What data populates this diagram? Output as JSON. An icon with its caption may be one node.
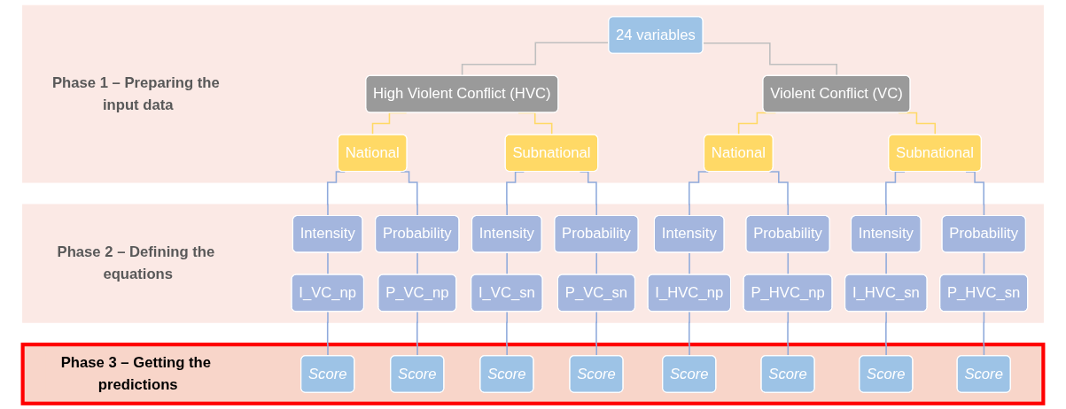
{
  "diagram": {
    "nodes": [
      {
        "text": [
          "Phase 1 – Preparing the input data"
        ]
      },
      {
        "text": [
          "24 variables"
        ],
        "in": 0
      },
      {
        "text": [
          "High Violent Conflict (HVC)"
        ],
        "in": 0
      },
      {
        "text": [
          "Violent Conflict (VC)"
        ],
        "in": 0
      },
      {
        "text": [
          "National"
        ],
        "in": 0
      },
      {
        "text": [
          "Subnational"
        ],
        "in": 0
      },
      {
        "text": [
          "National"
        ],
        "in": 0
      },
      {
        "text": [
          "Subnational"
        ],
        "in": 0
      },
      {
        "text": [
          "Phase 2 – Defining the equations"
        ]
      },
      {
        "text": [
          "Intensity"
        ],
        "in": 8
      },
      {
        "text": [
          "Probability"
        ],
        "in": 8
      },
      {
        "text": [
          "Intensity"
        ],
        "in": 8
      },
      {
        "text": [
          "Probability"
        ],
        "in": 8
      },
      {
        "text": [
          "Intensity"
        ],
        "in": 8
      },
      {
        "text": [
          "Probability"
        ],
        "in": 8
      },
      {
        "text": [
          "Intensity"
        ],
        "in": 8
      },
      {
        "text": [
          "Probability"
        ],
        "in": 8
      },
      {
        "text": [
          "I_VC_np"
        ],
        "in": 8
      },
      {
        "text": [
          "P_VC_np"
        ],
        "in": 8
      },
      {
        "text": [
          "I_VC_sn"
        ],
        "in": 8
      },
      {
        "text": [
          "P_VC_sn"
        ],
        "in": 8
      },
      {
        "text": [
          "I_HVC_np"
        ],
        "in": 8
      },
      {
        "text": [
          "P_HVC_np"
        ],
        "in": 8
      },
      {
        "text": [
          "I_HVC_sn"
        ],
        "in": 8
      },
      {
        "text": [
          "P_HVC_sn"
        ],
        "in": 8
      },
      {
        "text": [
          "Phase 3 – Getting the predictions"
        ]
      },
      {
        "text": [
          "Score"
        ],
        "in": 25
      },
      {
        "text": [
          "Score"
        ],
        "in": 25
      },
      {
        "text": [
          "Score"
        ],
        "in": 25
      },
      {
        "text": [
          "Score"
        ],
        "in": 25
      },
      {
        "text": [
          "Score"
        ],
        "in": 25
      },
      {
        "text": [
          "Score"
        ],
        "in": 25
      },
      {
        "text": [
          "Score"
        ],
        "in": 25
      },
      {
        "text": [
          "Score"
        ],
        "in": 25
      }
    ],
    "edges": [
      {
        "from": 1,
        "to": 2,
        "arrow": "none",
        "color": "#bfbfbf"
      },
      {
        "from": 1,
        "to": 3,
        "arrow": "none",
        "color": "#bfbfbf"
      },
      {
        "from": 2,
        "to": 4,
        "arrow": "none",
        "color": "#ffd966"
      },
      {
        "from": 2,
        "to": 5,
        "arrow": "none",
        "color": "#ffd966"
      },
      {
        "from": 3,
        "to": 6,
        "arrow": "none",
        "color": "#ffd966"
      },
      {
        "from": 3,
        "to": 7,
        "arrow": "none",
        "color": "#ffd966"
      },
      {
        "from": 4,
        "to": 9,
        "arrow": "none"
      },
      {
        "from": 4,
        "to": 10,
        "arrow": "none"
      },
      {
        "from": 5,
        "to": 11,
        "arrow": "none"
      },
      {
        "from": 5,
        "to": 12,
        "arrow": "none"
      },
      {
        "from": 6,
        "to": 13,
        "arrow": "none"
      },
      {
        "from": 6,
        "to": 14,
        "arrow": "none"
      },
      {
        "from": 7,
        "to": 15,
        "arrow": "none"
      },
      {
        "from": 7,
        "to": 16,
        "arrow": "none"
      },
      {
        "from": 9,
        "to": 17,
        "arrow": "none"
      },
      {
        "from": 10,
        "to": 18,
        "arrow": "none"
      },
      {
        "from": 11,
        "to": 19,
        "arrow": "none"
      },
      {
        "from": 12,
        "to": 20,
        "arrow": "none"
      },
      {
        "from": 13,
        "to": 21,
        "arrow": "none"
      },
      {
        "from": 14,
        "to": 22,
        "arrow": "none"
      },
      {
        "from": 15,
        "to": 23,
        "arrow": "none"
      },
      {
        "from": 16,
        "to": 24,
        "arrow": "none"
      },
      {
        "from": 17,
        "to": 26,
        "arrow": "none"
      },
      {
        "from": 18,
        "to": 27,
        "arrow": "none"
      },
      {
        "from": 19,
        "to": 28,
        "arrow": "none"
      },
      {
        "from": 20,
        "to": 29,
        "arrow": "none"
      },
      {
        "from": 21,
        "to": 30,
        "arrow": "none"
      },
      {
        "from": 22,
        "to": 31,
        "arrow": "none"
      },
      {
        "from": 23,
        "to": 32,
        "arrow": "none"
      },
      {
        "from": 24,
        "to": 33,
        "arrow": "none"
      }
    ]
  }
}
